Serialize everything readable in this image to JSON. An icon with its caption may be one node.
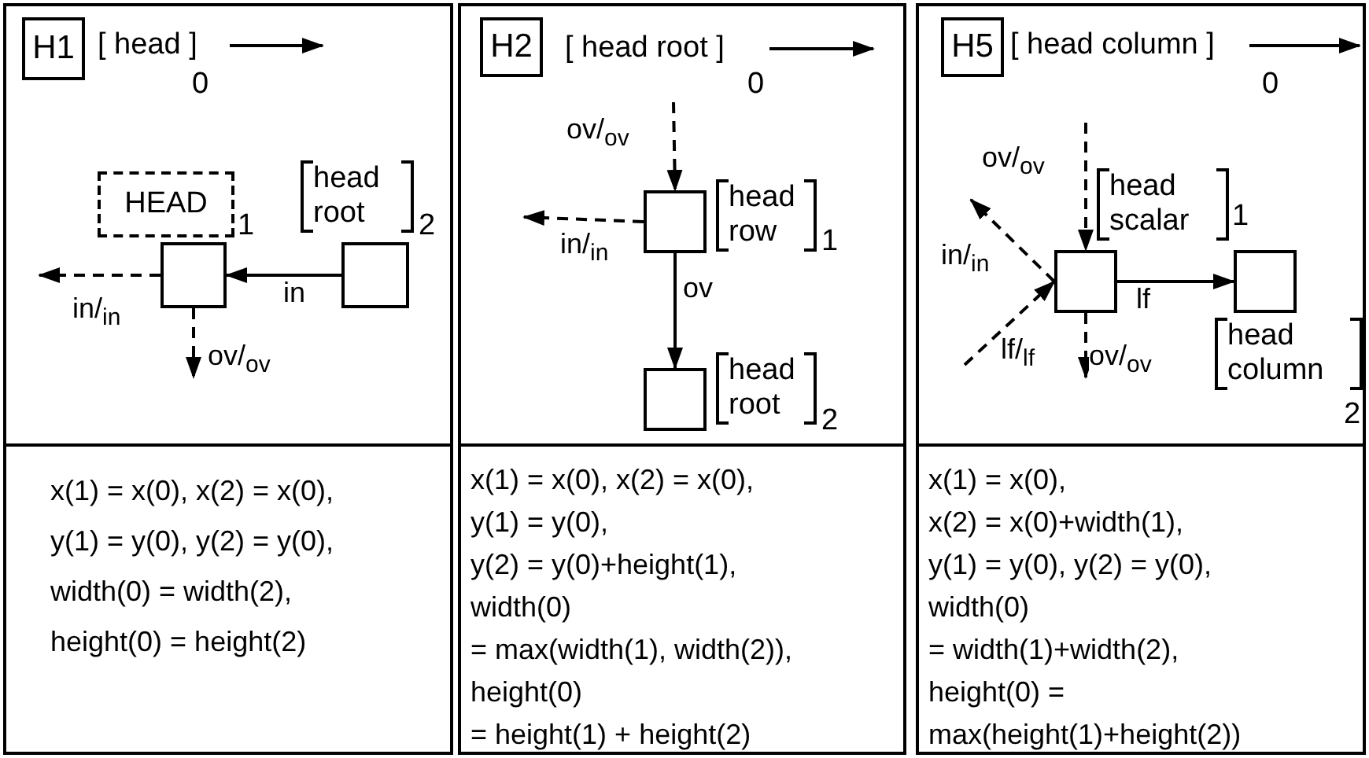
{
  "diagram": {
    "nodes": [
      {
        "text": [],
        "shape": "box"
      },
      {
        "text": [
          "H1"
        ],
        "in": 0
      },
      {
        "text": [
          "[ head ]"
        ],
        "beside": [
          "0"
        ],
        "in": 0
      },
      {
        "text": [
          "HEAD"
        ],
        "beside": [
          "1"
        ],
        "in": 0
      },
      {
        "text": [],
        "shape": "box",
        "in": 0
      },
      {
        "text": [],
        "shape": "box",
        "beside": [
          "head root",
          "2"
        ],
        "in": 0
      },
      {
        "text": [
          "x(1) = x(0), x(2) = x(0),",
          "y(1) = y(0), y(2) = y(0),",
          "width(0)  = width(2),",
          "height(0) = height(2)"
        ]
      },
      {
        "text": [],
        "shape": "box"
      },
      {
        "text": [
          "H2"
        ],
        "in": 7
      },
      {
        "text": [
          "[ head root ]"
        ],
        "beside": [
          "0"
        ],
        "in": 7
      },
      {
        "text": [],
        "shape": "box",
        "beside": [
          "head row",
          "1"
        ],
        "in": 7
      },
      {
        "text": [],
        "shape": "box",
        "beside": [
          "head root",
          "2"
        ],
        "in": 7
      },
      {
        "text": [
          "x(1) = x(0), x(2) = x(0),",
          "y(1) = y(0),",
          "y(2) = y(0)+height(1),",
          "width(0)",
          "= max(width(1), width(2)),",
          "height(0)",
          "= height(1) + height(2)"
        ]
      },
      {
        "text": [],
        "shape": "box"
      },
      {
        "text": [
          "H5"
        ],
        "in": 13
      },
      {
        "text": [
          "[ head column ]"
        ],
        "beside": [
          "0"
        ],
        "in": 13
      },
      {
        "text": [],
        "shape": "box",
        "beside": [
          "head scalar"
        ],
        "in": 13
      },
      {
        "text": [],
        "shape": "box",
        "beside": [
          "head column"
        ],
        "in": 13
      },
      {
        "text": [
          "x(1) = x(0),",
          "x(2) = x(0)+width(1),",
          "y(1) = y(0), y(2) = y(0),",
          "width(0)",
          "= width(1)+width(2),",
          "height(0) =",
          "max(height(1)+height(2))"
        ]
      }
    ],
    "edges": [
      {
        "from": 2,
        "to": null,
        "arrow": "to"
      },
      {
        "from": 5,
        "to": 4,
        "arrow": "to",
        "label": "in"
      },
      {
        "from": 4,
        "to": null,
        "arrow": "to",
        "label": "in/$_{in}$",
        "style": "dashed"
      },
      {
        "from": 4,
        "to": null,
        "arrow": "to",
        "label": "ov/$_{ov}$",
        "style": "dashed"
      },
      {
        "from": 9,
        "to": null,
        "arrow": "to"
      },
      {
        "from": null,
        "to": 10,
        "arrow": "to",
        "label": "ov/$_{ov}$",
        "style": "dashed"
      },
      {
        "from": 10,
        "to": null,
        "arrow": "to",
        "label": "in/$_{in}$",
        "style": "dashed"
      },
      {
        "from": 10,
        "to": 11,
        "arrow": "to",
        "label": "ov"
      },
      {
        "from": 15,
        "to": null,
        "arrow": "to"
      },
      {
        "from": null,
        "to": 16,
        "arrow": "to",
        "label": "ov/$_{ov}$",
        "style": "dashed"
      },
      {
        "from": 16,
        "to": null,
        "arrow": "to",
        "label": "in/$_{in}$",
        "style": "dashed"
      },
      {
        "from": null,
        "to": 16,
        "arrow": "to",
        "label": "lf/$_{lf}$",
        "style": "dashed"
      },
      {
        "from": 16,
        "to": null,
        "arrow": "to",
        "label": "ov/$_{ov}$",
        "style": "dashed"
      },
      {
        "from": 16,
        "to": 17,
        "arrow": "to",
        "label": "lf"
      }
    ],
    "labels": [
      "1",
      "2"
    ]
  }
}
